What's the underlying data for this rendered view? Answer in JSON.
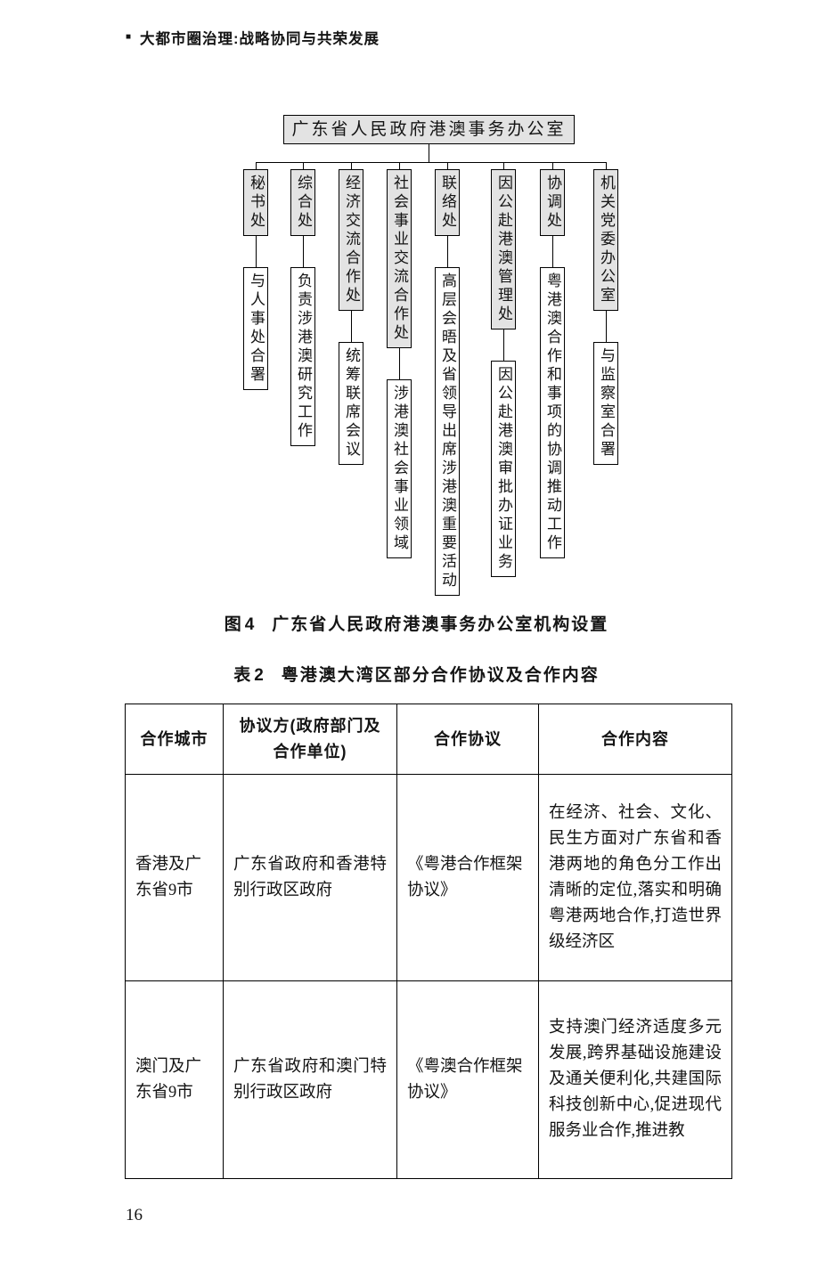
{
  "page": {
    "header_marker": "■",
    "header_title": "大都市圈治理:战略协同与共荣发展",
    "page_number": "16"
  },
  "org_chart": {
    "root": "广东省人民政府港澳事务办公室",
    "caption_label": "图4",
    "caption_text": "广东省人民政府港澳事务办公室机构设置",
    "branches": [
      {
        "dept": "秘书处",
        "detail": "与人事处合署"
      },
      {
        "dept": "综合处",
        "detail": "负责涉港澳研究工作"
      },
      {
        "dept": "经济交流合作处",
        "detail": "统筹联席会议"
      },
      {
        "dept": "社会事业交流合作处",
        "detail": "涉港澳社会事业领域"
      },
      {
        "dept": "联络处",
        "detail": "高层会晤及省领导出席涉港澳重要活动"
      },
      {
        "dept": "因公赴港澳管理处",
        "detail": "因公赴港澳审批办证业务"
      },
      {
        "dept": "协调处",
        "detail": "粤港澳合作和事项的协调推动工作"
      },
      {
        "dept": "机关党委办公室",
        "detail": "与监察室合署"
      }
    ]
  },
  "table": {
    "caption_label": "表2",
    "caption_text": "粤港澳大湾区部分合作协议及合作内容",
    "headers": [
      "合作城市",
      "协议方(政府部门及合作单位)",
      "合作协议",
      "合作内容"
    ],
    "rows": [
      {
        "city": "香港及广东省9市",
        "parties": "广东省政府和香港特别行政区政府",
        "agreement": "《粤港合作框架协议》",
        "content": "在经济、社会、文化、民生方面对广东省和香港两地的角色分工作出清晰的定位,落实和明确粤港两地合作,打造世界级经济区"
      },
      {
        "city": "澳门及广东省9市",
        "parties": "广东省政府和澳门特别行政区政府",
        "agreement": "《粤澳合作框架协议》",
        "content": "支持澳门经济适度多元发展,跨界基础设施建设及通关便利化,共建国际科技创新中心,促进现代服务业合作,推进教"
      }
    ]
  },
  "colors": {
    "box_fill": "#e3e3e3",
    "border": "#000000",
    "background": "#ffffff"
  }
}
